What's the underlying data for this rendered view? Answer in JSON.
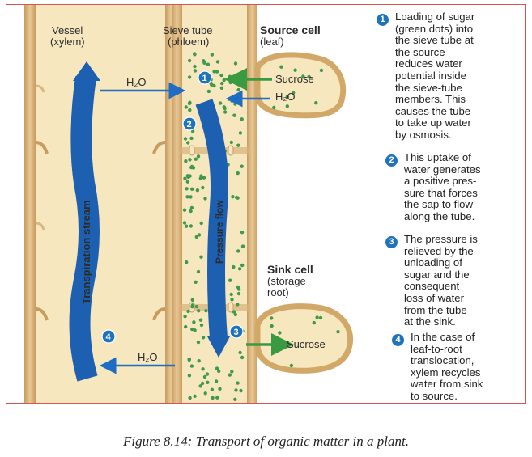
{
  "labels": {
    "vessel_line1": "Vessel",
    "vessel_line2": "(xylem)",
    "sieve_line1": "Sieve tube",
    "sieve_line2": "(phloem)",
    "source_line1": "Source cell",
    "source_line2": "(leaf)",
    "sink_line1": "Sink cell",
    "sink_line2": "(storage",
    "sink_line3": "root)",
    "sucrose_top": "Sucrose",
    "sucrose_bottom": "Sucrose",
    "water_top_left": "H₂O",
    "water_top_right": "H₂O",
    "water_bottom": "H₂O",
    "transpiration_stream": "Transpiration stream",
    "pressure_flow": "Pressure flow"
  },
  "steps": [
    {
      "number": "1",
      "lines": [
        "Loading of sugar",
        "(green dots) into",
        "the sieve tube at",
        "the source",
        "reduces water",
        "potential inside",
        "the sieve-tube",
        "members. This",
        "causes the tube",
        "to take up water",
        "by osmosis."
      ]
    },
    {
      "number": "2",
      "lines": [
        "This uptake of",
        "water generates",
        "a positive pres-",
        "sure that forces",
        "the sap to flow",
        "along the tube."
      ]
    },
    {
      "number": "3",
      "lines": [
        "The pressure is",
        "relieved by the",
        "unloading of",
        "sugar and the",
        "consequent",
        "loss of water",
        "from the tube",
        "at the sink."
      ]
    },
    {
      "number": "4",
      "lines": [
        "In the case of",
        "leaf-to-root",
        "translocation,",
        "xylem recycles",
        "water from sink",
        "to source."
      ]
    }
  ],
  "diagram_badges": [
    "1",
    "2",
    "3",
    "4"
  ],
  "caption": "Figure 8.14: Transport of organic matter in a plant.",
  "colors": {
    "frame_border": "#d9534f",
    "badge_blue": "#1e73be",
    "flow_blue": "#1d5fb0",
    "sugar_green": "#3f9a4a",
    "tube_fill": "#f6e7bf",
    "wall_tan": "#d8b27a"
  }
}
